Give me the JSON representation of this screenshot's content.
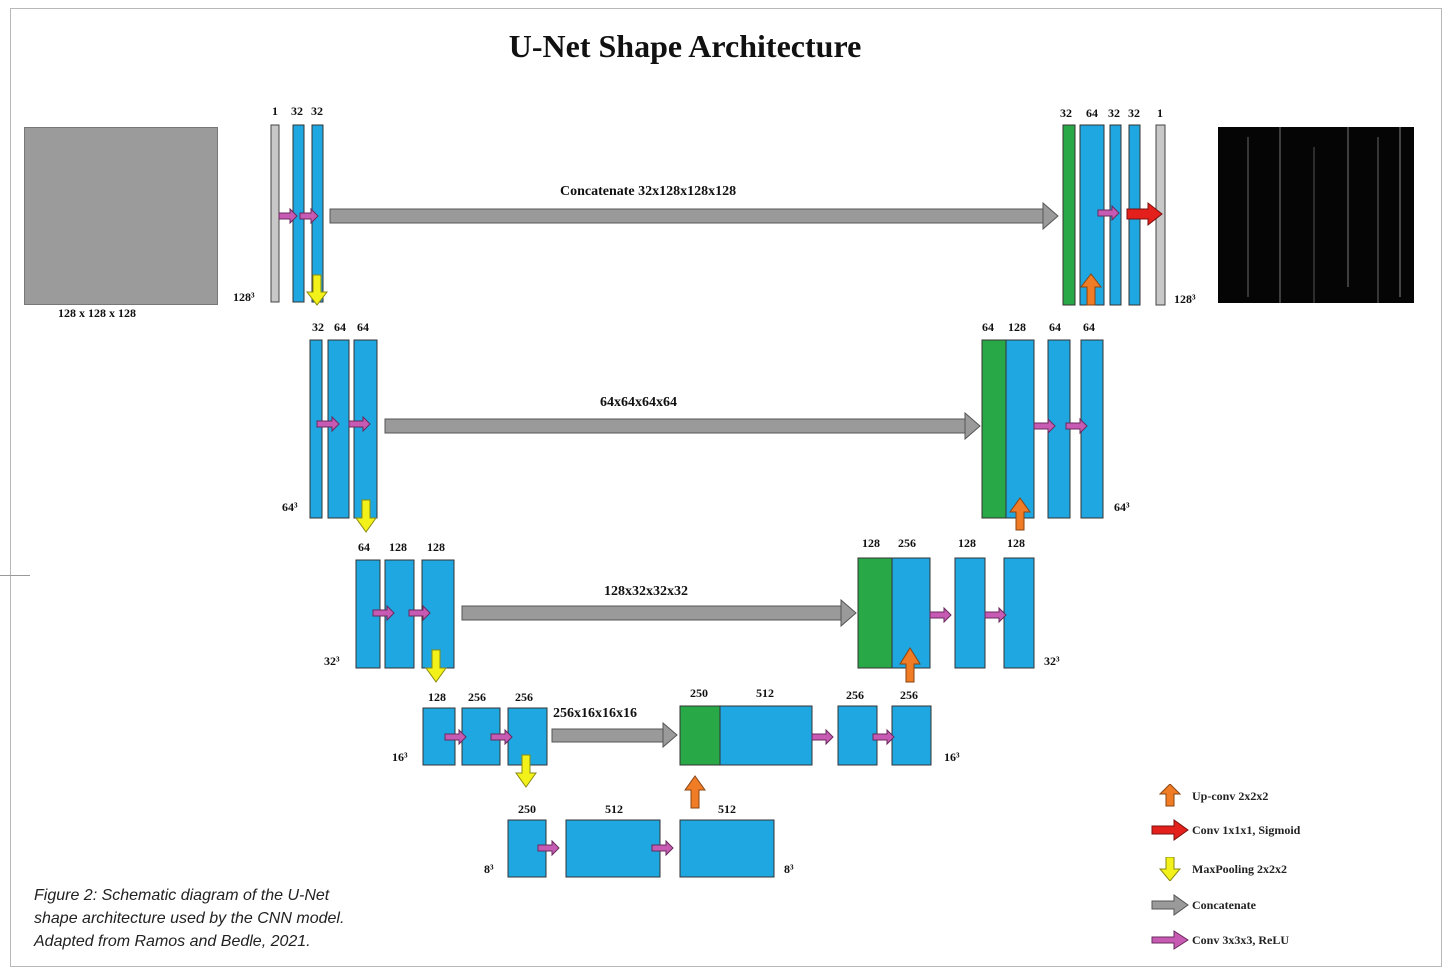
{
  "title": "U-Net Shape Architecture",
  "caption": "Figure 2: Schematic diagram of the U-Net shape architecture used by the CNN model. Adapted from Ramos and Bedle, 2021.",
  "input_image_label": "128 x 128 x 128",
  "levels": [
    {
      "encoder_channels": [
        "1",
        "32",
        "32"
      ],
      "decoder_channels": [
        "32",
        "64",
        "32",
        "32",
        "1"
      ],
      "size_left": "128³",
      "size_right": "128³",
      "concat_label": "Concatenate 32x128x128x128"
    },
    {
      "encoder_channels": [
        "32",
        "64",
        "64"
      ],
      "decoder_channels": [
        "64",
        "128",
        "64",
        "64"
      ],
      "size_left": "64³",
      "size_right": "64³",
      "concat_label": "64x64x64x64"
    },
    {
      "encoder_channels": [
        "64",
        "128",
        "128"
      ],
      "decoder_channels": [
        "128",
        "256",
        "128",
        "128"
      ],
      "size_left": "32³",
      "size_right": "32³",
      "concat_label": "128x32x32x32"
    },
    {
      "encoder_channels": [
        "128",
        "256",
        "256"
      ],
      "decoder_channels": [
        "250",
        "512",
        "256",
        "256"
      ],
      "size_left": "16³",
      "size_right": "16³",
      "concat_label": "256x16x16x16"
    },
    {
      "encoder_channels": [
        "250",
        "512",
        "512"
      ],
      "size_left": "8³",
      "size_right": "8³"
    }
  ],
  "legend": [
    {
      "icon": "orange-up-arrow",
      "label": "Up-conv 2x2x2",
      "color": "#f07c26"
    },
    {
      "icon": "red-right-arrow",
      "label": "Conv 1x1x1, Sigmoid",
      "color": "#e3201b"
    },
    {
      "icon": "yellow-down-arrow",
      "label": "MaxPooling 2x2x2",
      "color": "#f2f21a"
    },
    {
      "icon": "gray-right-arrow",
      "label": "Concatenate",
      "color": "#9a9a9a"
    },
    {
      "icon": "magenta-right-arrow",
      "label": "Conv 3x3x3, ReLU",
      "color": "#c75bb4"
    }
  ],
  "colors": {
    "feature_map": "#1ea7e0",
    "concat_map": "#28a846",
    "input_map": "#c8c8c8"
  }
}
